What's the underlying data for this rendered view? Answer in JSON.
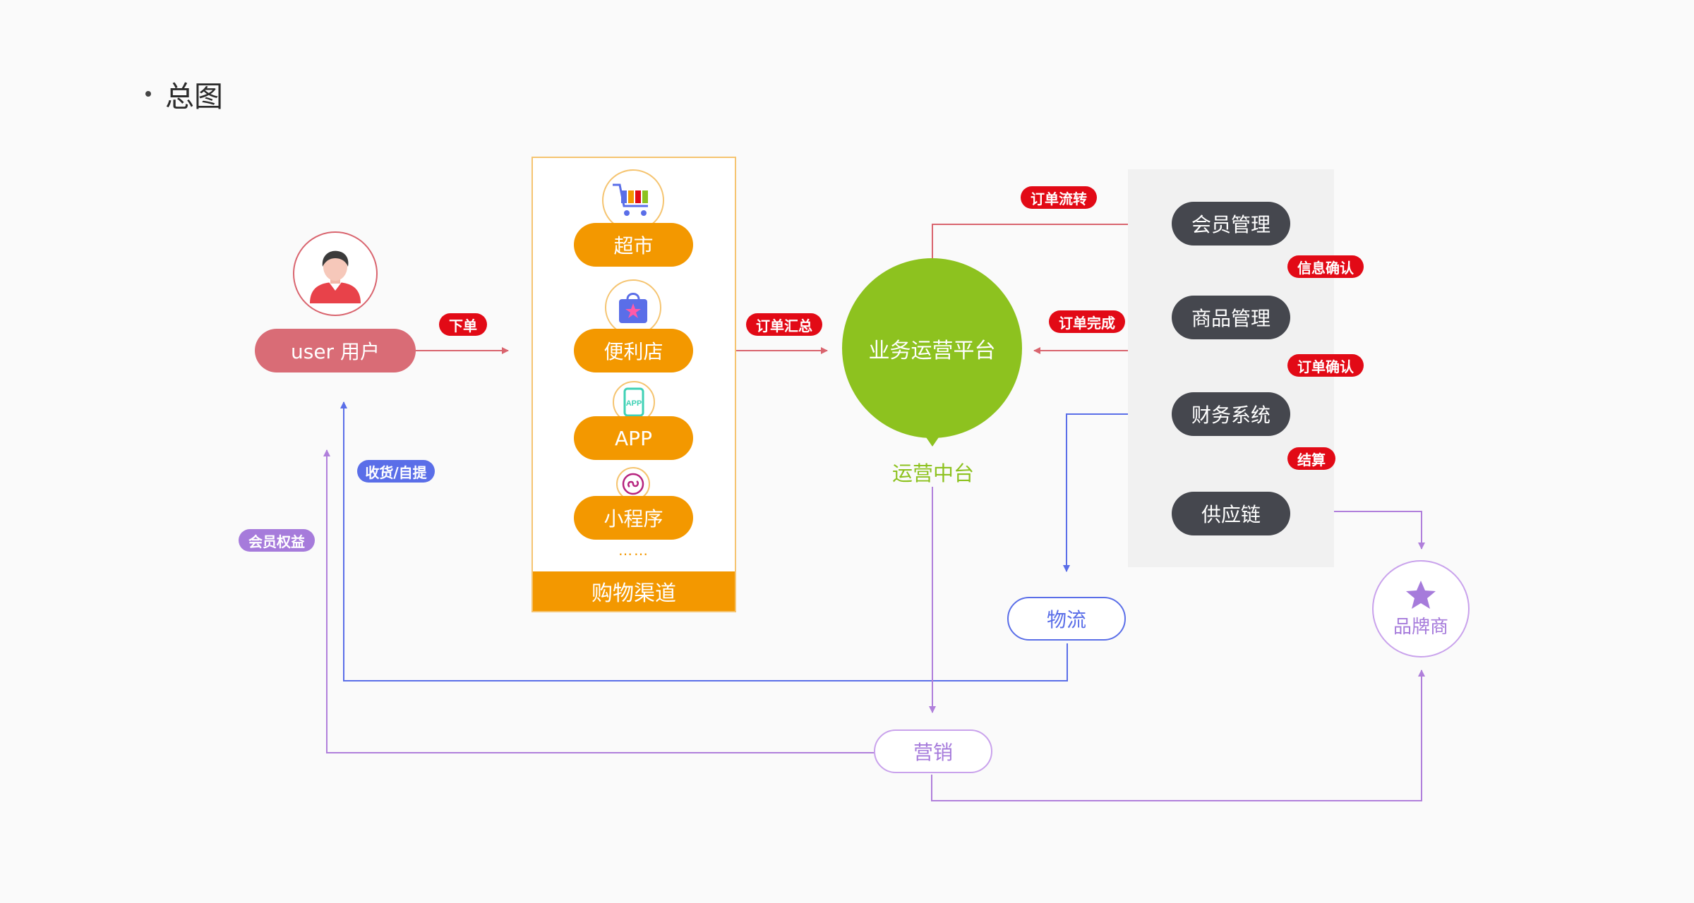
{
  "heading": "总图",
  "user": {
    "label": "user  用户"
  },
  "channels": {
    "items": [
      {
        "label": "超市",
        "icon": "shopping-cart-icon"
      },
      {
        "label": "便利店",
        "icon": "shopping-bag-icon"
      },
      {
        "label": "APP",
        "icon": "app-icon"
      },
      {
        "label": "小程序",
        "icon": "mini-program-icon"
      }
    ],
    "ellipsis": "……",
    "footer": "购物渠道"
  },
  "platform": {
    "name": "业务运营平台",
    "label": "运营中台"
  },
  "management": [
    {
      "label": "会员管理"
    },
    {
      "label": "商品管理"
    },
    {
      "label": "财务系统"
    },
    {
      "label": "供应链"
    }
  ],
  "tags": {
    "place_order": "下单",
    "order_summary": "订单汇总",
    "order_flow": "订单流转",
    "order_complete": "订单完成",
    "info_confirm": "信息确认",
    "order_confirm": "订单确认",
    "settlement": "结算",
    "receive_pickup": "收货/自提",
    "member_benefits": "会员权益"
  },
  "logistics": "物流",
  "marketing": "营销",
  "brand": {
    "label": "品牌商",
    "icon": "star-icon"
  },
  "colors": {
    "red_arrow": "#d9646e",
    "blue_arrow": "#5a6ee8",
    "purple_arrow": "#b07fdb",
    "orange": "#f39800",
    "green": "#8dc21f",
    "dark": "#45474e",
    "tag_red": "#e20a16"
  }
}
